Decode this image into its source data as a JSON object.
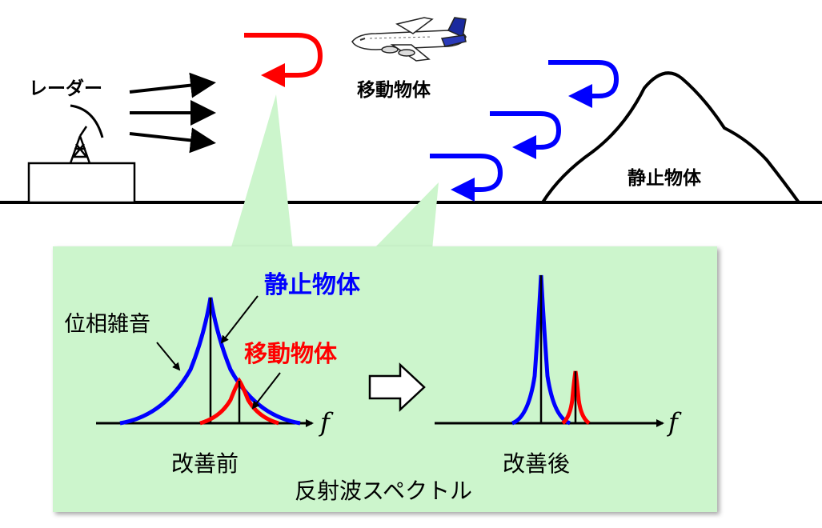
{
  "scene": {
    "radar_label": "レーダー",
    "moving_object_label": "移動物体",
    "static_object_label": "静止物体"
  },
  "panel": {
    "title": "反射波スペクトル",
    "before": {
      "caption": "改善前",
      "static_label": "静止物体",
      "moving_label": "移動物体",
      "noise_label": "位相雑音",
      "axis_label": "f"
    },
    "after": {
      "caption": "改善後",
      "axis_label": "f"
    }
  },
  "colors": {
    "static": "#0000ff",
    "moving": "#ff0000",
    "panel_bg": "#ccf5cc",
    "ground": "#000000"
  }
}
